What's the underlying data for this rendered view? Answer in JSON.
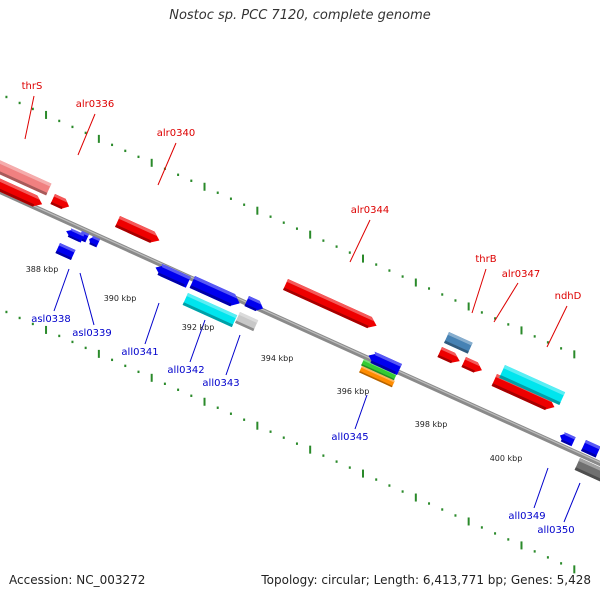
{
  "title": "Nostoc sp. PCC 7120, complete genome",
  "footer": {
    "accession": "Accession: NC_003272",
    "summary": "Topology: circular; Length: 6,413,771 bp; Genes: 5,428"
  },
  "colors": {
    "forward_label": "#dd0000",
    "reverse_label": "#0000cc",
    "backbone": "#8a8a8a",
    "tick": "#2a8a2a"
  },
  "kbp_labels": [
    "388 kbp",
    "390 kbp",
    "392 kbp",
    "394 kbp",
    "396 kbp",
    "398 kbp",
    "400 kbp"
  ],
  "genes": [
    {
      "name": "thrS",
      "strand": "+",
      "color": "#f08080"
    },
    {
      "name": "alr0336",
      "strand": "+",
      "color": "#ee0000"
    },
    {
      "name": "alr0340",
      "strand": "+",
      "color": "#ee0000"
    },
    {
      "name": "alr0344",
      "strand": "+",
      "color": "#ee0000"
    },
    {
      "name": "thrB",
      "strand": "+",
      "color": "#4682b4"
    },
    {
      "name": "alr0347",
      "strand": "+",
      "color": "#ee0000"
    },
    {
      "name": "ndhD",
      "strand": "+",
      "color": "#00e5ee"
    },
    {
      "name": "asl0338",
      "strand": "-",
      "color": "#0000ee"
    },
    {
      "name": "asl0339",
      "strand": "-",
      "color": "#0000ee"
    },
    {
      "name": "all0341",
      "strand": "-",
      "color": "#0000ee"
    },
    {
      "name": "all0342",
      "strand": "-",
      "color": "#00e5ee"
    },
    {
      "name": "all0343",
      "strand": "-",
      "color": "#c8c8c8"
    },
    {
      "name": "all0345",
      "strand": "-",
      "color": "#0000ee"
    },
    {
      "name": "all0349",
      "strand": "-",
      "color": "#0000ee"
    },
    {
      "name": "all0350",
      "strand": "-",
      "color": "#707070"
    }
  ]
}
